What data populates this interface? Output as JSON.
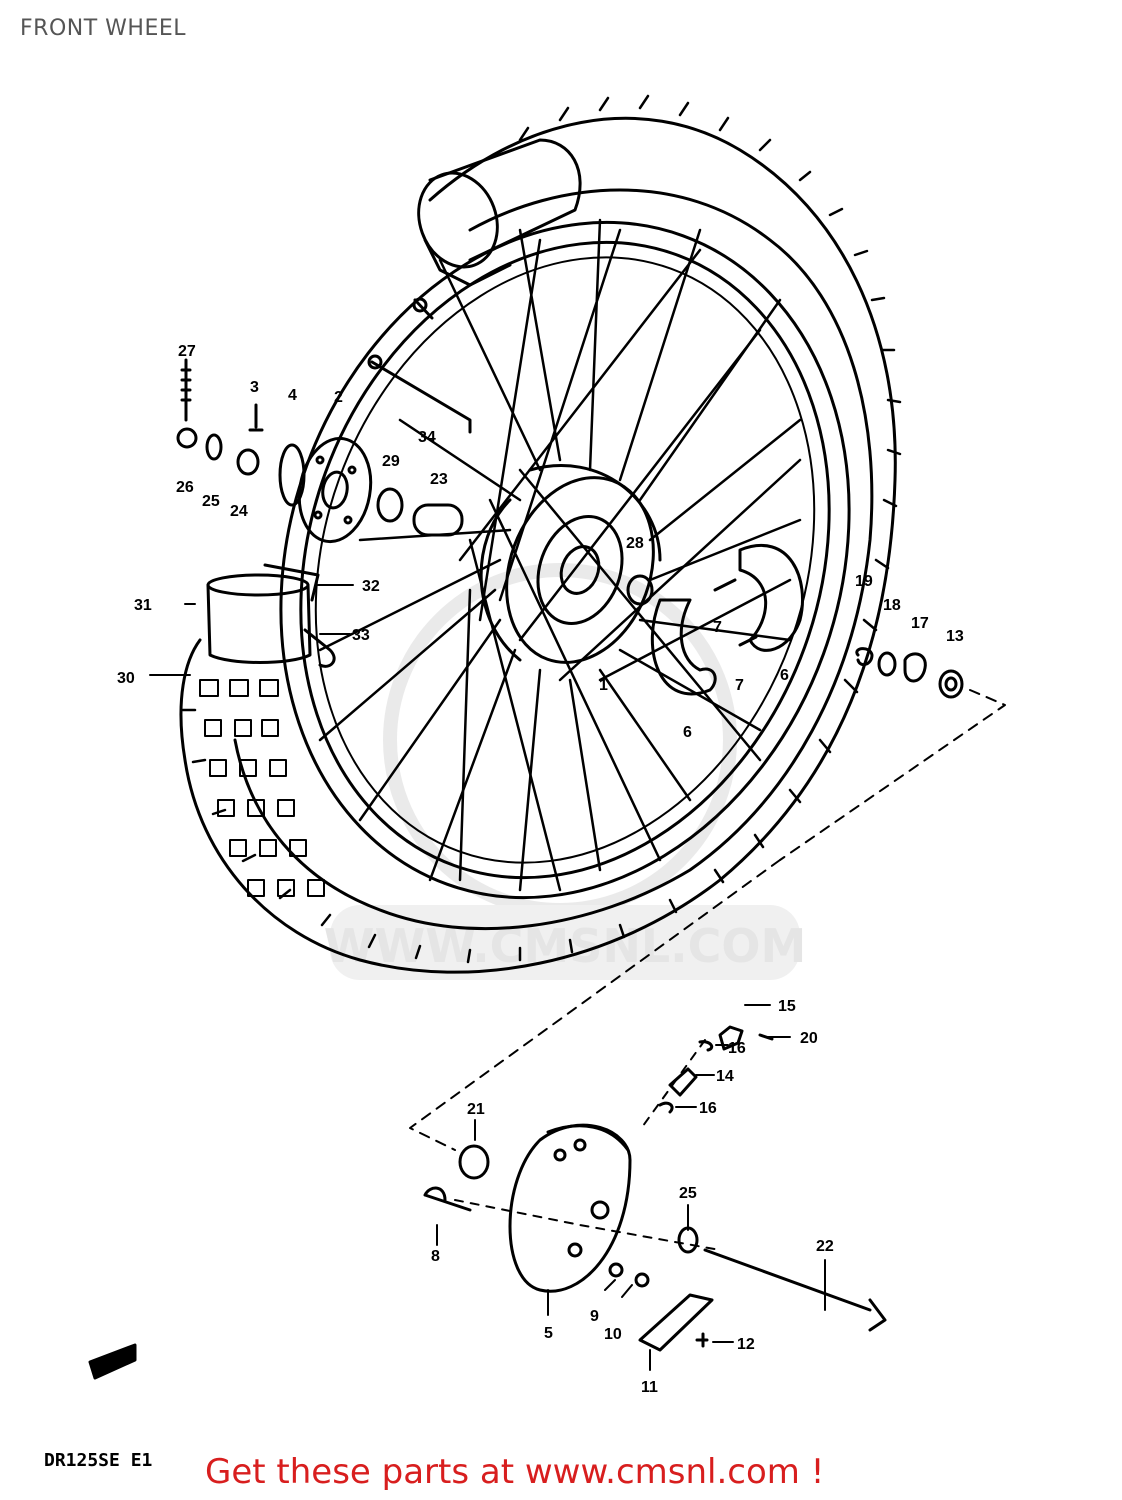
{
  "page_title": "FRONT WHEEL",
  "watermark_text": "WWW.CMSNL.COM",
  "model_code": "DR125SE E1",
  "promo_text": "Get these parts at www.cmsnl.com !",
  "colors": {
    "promo": "#d81e1e",
    "line": "#000000",
    "title": "#555555"
  },
  "callouts": {
    "c27": "27",
    "c3": "3",
    "c4": "4",
    "c2": "2",
    "c34": "34",
    "c29": "29",
    "c23": "23",
    "c26": "26",
    "c25a": "25",
    "c24": "24",
    "c28": "28",
    "c32": "32",
    "c31": "31",
    "c33": "33",
    "c30": "30",
    "c1": "1",
    "c7a": "7",
    "c7b": "7",
    "c6a": "6",
    "c6b": "6",
    "c19": "19",
    "c18": "18",
    "c17": "17",
    "c13": "13",
    "c15": "15",
    "c20": "20",
    "c16a": "16",
    "c14": "14",
    "c16b": "16",
    "c21": "21",
    "c8": "8",
    "c25b": "25",
    "c22": "22",
    "c9": "9",
    "c10": "10",
    "c5": "5",
    "c11": "11",
    "c12": "12"
  }
}
